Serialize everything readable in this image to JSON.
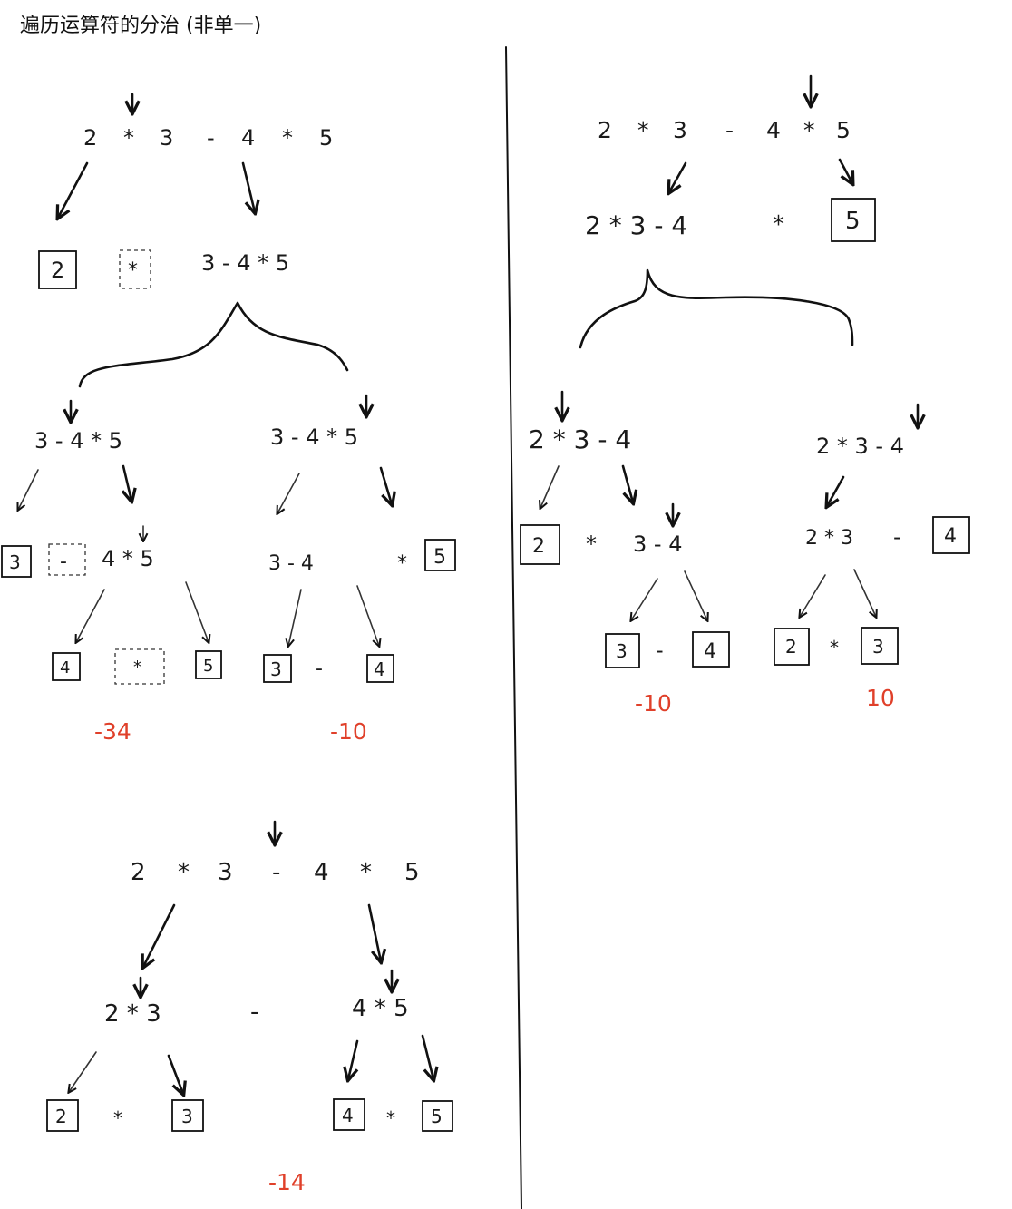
{
  "title": "遍历运算符的分治 (非单一)",
  "expression": [
    "2",
    "*",
    "3",
    "-",
    "4",
    "*",
    "5"
  ],
  "panel_a": {
    "left_leaf": "2",
    "operator": "*",
    "right_expr": "3 - 4 * 5",
    "sub_left": {
      "expr": "3 - 4 * 5",
      "leaf": "3",
      "operator": "-",
      "rest": "4 * 5",
      "bottom_left": "4",
      "bottom_op": "*",
      "bottom_right": "5",
      "result": "-34"
    },
    "sub_right": {
      "expr": "3 - 4 * 5",
      "rest": "3 - 4",
      "operator": "*",
      "leaf": "5",
      "bottom_left": "3",
      "bottom_op": "-",
      "bottom_right": "4",
      "result": "-10"
    }
  },
  "panel_b": {
    "left_expr": "2 * 3 - 4",
    "operator": "*",
    "leaf": "5",
    "sub_left": {
      "expr": "2 * 3 - 4",
      "leaf": "2",
      "operator": "*",
      "rest": "3 - 4",
      "bottom_left": "3",
      "bottom_op": "-",
      "bottom_right": "4",
      "result": "-10"
    },
    "sub_right": {
      "expr": "2 * 3 - 4",
      "rest": "2 * 3",
      "operator": "-",
      "leaf": "4",
      "bottom_left": "2",
      "bottom_op": "*",
      "bottom_right": "3",
      "result": "10"
    }
  },
  "panel_c": {
    "left_expr": "2 * 3",
    "operator": "-",
    "right_expr": "4 * 5",
    "left_a": "2",
    "left_op": "*",
    "left_b": "3",
    "right_a": "4",
    "right_op": "*",
    "right_b": "5",
    "result": "-14"
  }
}
